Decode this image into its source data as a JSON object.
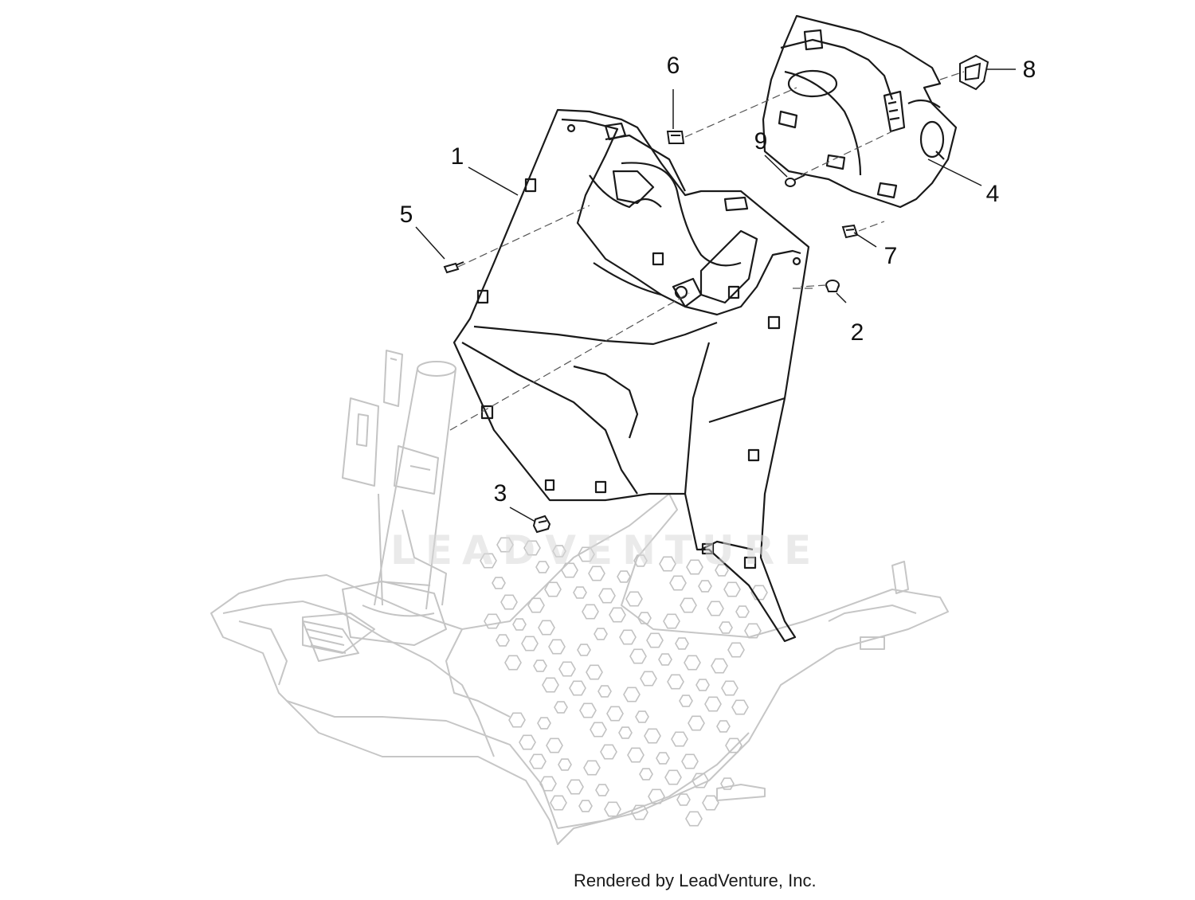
{
  "diagram": {
    "callouts": [
      {
        "id": "1",
        "label": "1"
      },
      {
        "id": "2",
        "label": "2"
      },
      {
        "id": "3",
        "label": "3"
      },
      {
        "id": "4",
        "label": "4"
      },
      {
        "id": "5",
        "label": "5"
      },
      {
        "id": "6",
        "label": "6"
      },
      {
        "id": "7",
        "label": "7"
      },
      {
        "id": "8",
        "label": "8"
      },
      {
        "id": "9",
        "label": "9"
      }
    ],
    "watermark": "LEADVENTURE",
    "credit": "Rendered by LeadVenture, Inc."
  },
  "colors": {
    "background": "#ffffff",
    "foreground_parts": "#1a1a1a",
    "background_parts": "#c8c8c8"
  }
}
